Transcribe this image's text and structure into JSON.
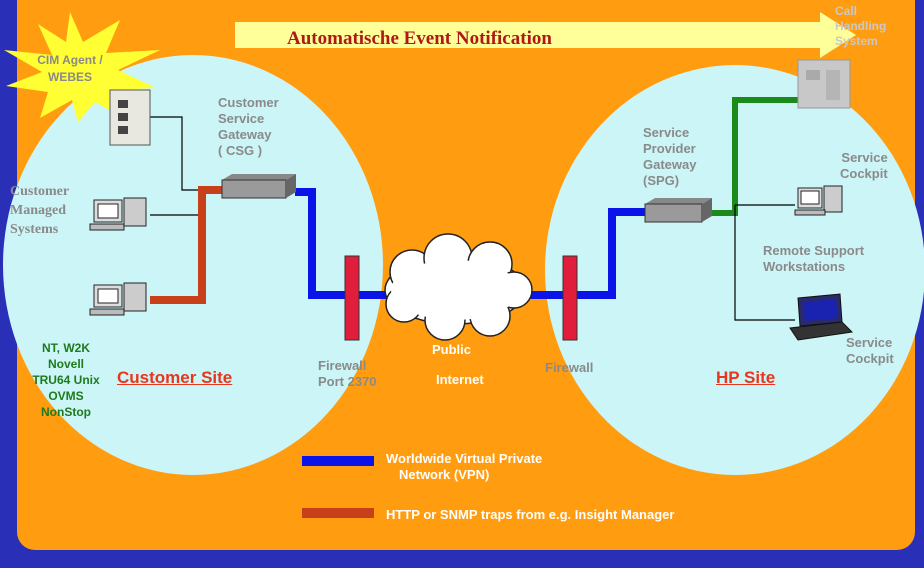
{
  "banner": {
    "text": "Automatische Event Notification"
  },
  "star": {
    "line1": "CIM Agent /",
    "line2": "WEBES"
  },
  "customer_site": {
    "title": "Customer Site",
    "gateway": [
      "Customer",
      "Service",
      "Gateway",
      "( CSG )"
    ],
    "managed": [
      "Customer",
      "Managed",
      "Systems"
    ],
    "os_list": [
      "NT, W2K",
      "Novell",
      "TRU64 Unix",
      "OVMS",
      "NonStop"
    ]
  },
  "internet": {
    "firewall_left": [
      "Firewall",
      "Port 2370"
    ],
    "public": "Public",
    "internet": "Internet",
    "firewall_right": "Firewall"
  },
  "hp_site": {
    "title": "HP Site",
    "gateway": [
      "Service",
      "Provider",
      "Gateway",
      "(SPG)"
    ],
    "call": [
      "Call",
      "Handling",
      "System"
    ],
    "cockpit_top": [
      "Service",
      "Cockpit"
    ],
    "remote": [
      "Remote Support",
      "Workstations"
    ],
    "cockpit_bottom": [
      "Service",
      "Cockpit"
    ]
  },
  "legend": {
    "vpn": [
      "Worldwide Virtual Private",
      "Network (VPN)"
    ],
    "http": "HTTP or SNMP traps from e.g. Insight Manager"
  },
  "colors": {
    "background": "#2a2fb8",
    "panel": "#ff9c0f",
    "ellipse": "#ccf5f7",
    "vpn_line": "#0a14e8",
    "http_line": "#c8401a",
    "green_line": "#1a8a1a",
    "firewall": "#e01e3c"
  }
}
